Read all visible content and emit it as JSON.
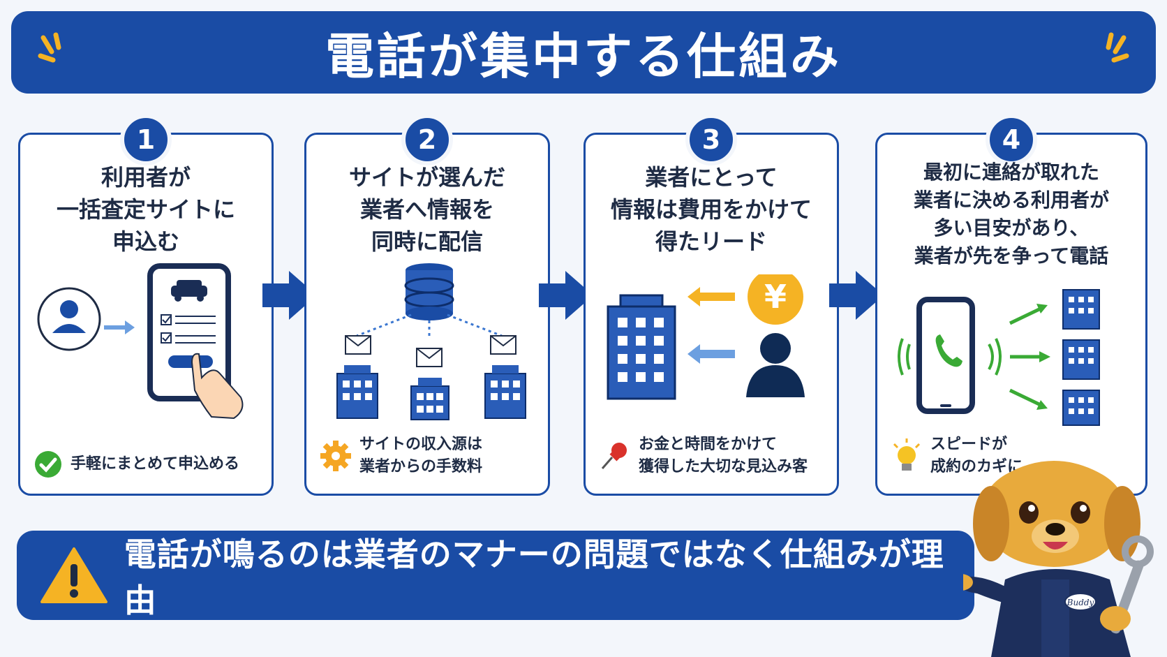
{
  "title": "電話が集中する仕組み",
  "steps": [
    {
      "number": "1",
      "heading": "利用者が\n一括査定サイトに\n申込む",
      "note": "手軽にまとめて申込める",
      "note_icon": "check-circle-icon"
    },
    {
      "number": "2",
      "heading": "サイトが選んだ\n業者へ情報を\n同時に配信",
      "note": "サイトの収入源は\n業者からの手数料",
      "note_icon": "gear-icon"
    },
    {
      "number": "3",
      "heading": "業者にとって\n情報は費用をかけて\n得たリード",
      "note": "お金と時間をかけて\n獲得した大切な見込み客",
      "note_icon": "pushpin-icon"
    },
    {
      "number": "4",
      "heading": "最初に連絡が取れた\n業者に決める利用者が\n多い目安があり、\n業者が先を争って電話",
      "note": "スピードが\n成約のカギに",
      "note_icon": "lightbulb-icon"
    }
  ],
  "yen_symbol": "¥",
  "bottom_message": "電話が鳴るのは業者のマナーの問題ではなく仕組みが理由",
  "warning_icon": "warning-triangle-icon",
  "mascot": {
    "badge_text": "Buddy"
  },
  "colors": {
    "primary": "#1a4ca5",
    "accent_yellow": "#f5b324",
    "green": "#3aaa35",
    "light_blue": "#6c9fe0",
    "orange": "#f5a623"
  }
}
